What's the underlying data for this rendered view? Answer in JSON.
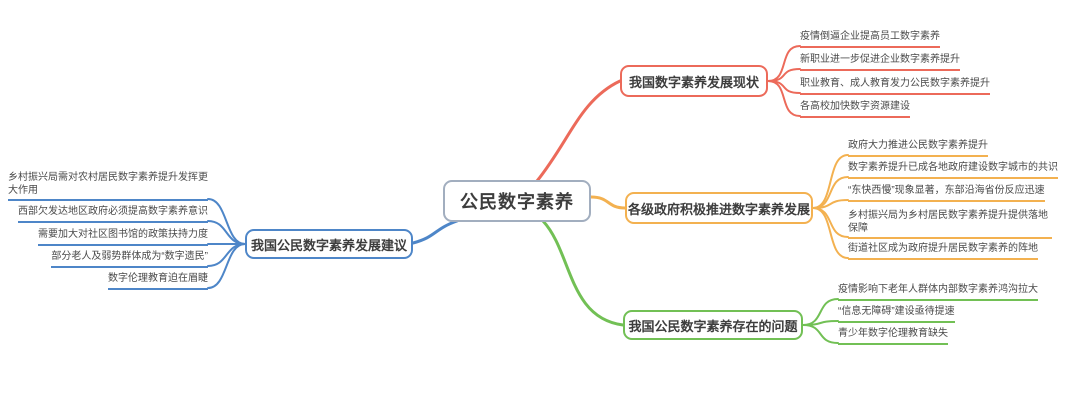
{
  "title": "公民数字素养",
  "colors": {
    "center_border": "#a2aebf",
    "branch_status": "#ec6a5a",
    "branch_government": "#f3b150",
    "branch_problems": "#72c055",
    "branch_suggestions": "#4e86c8",
    "text": "#4a4a4a"
  },
  "branches": [
    {
      "label": "我国数字素养发展现状",
      "children": [
        "疫情倒逼企业提高员工数字素养",
        "新职业进一步促进企业数字素养提升",
        "职业教育、成人教育发力公民数字素养提升",
        "各高校加快数字资源建设"
      ]
    },
    {
      "label": "各级政府积极推进数字素养发展",
      "children": [
        "政府大力推进公民数字素养提升",
        "数字素养提升已成各地政府建设数字城市的共识",
        "“东快西慢”现象显著，东部沿海省份反应迅速",
        "乡村振兴局为乡村居民数字素养提升提供落地保障",
        "街道社区成为政府提升居民数字素养的阵地"
      ]
    },
    {
      "label": "我国公民数字素养存在的问题",
      "children": [
        "疫情影响下老年人群体内部数字素养鸿沟拉大",
        "“信息无障碍”建设亟待提速",
        "青少年数字伦理教育缺失"
      ]
    },
    {
      "label": "我国公民数字素养发展建议",
      "children": [
        "乡村振兴局需对农村居民数字素养提升发挥更大作用",
        "西部欠发达地区政府必须提高数字素养意识",
        "需要加大对社区图书馆的政策扶持力度",
        "部分老人及弱势群体成为“数字遗民”",
        "数字伦理教育迫在眉睫"
      ]
    }
  ]
}
